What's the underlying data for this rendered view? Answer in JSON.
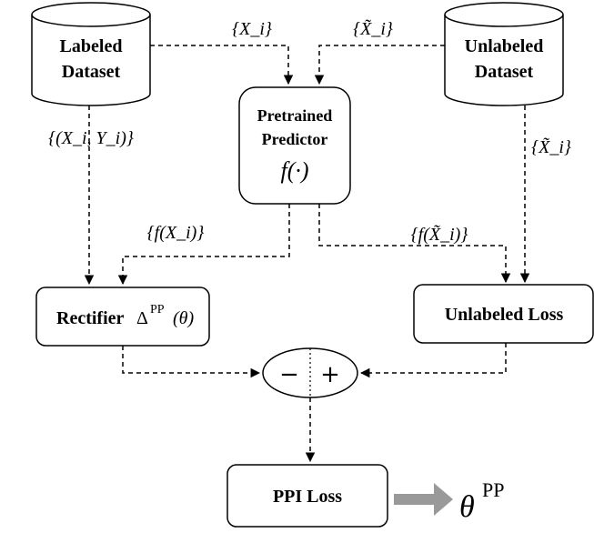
{
  "nodes": {
    "labeled_dataset": {
      "line1": "Labeled",
      "line2": "Dataset",
      "color": "#d9d9d9"
    },
    "unlabeled_dataset": {
      "line1": "Unlabeled",
      "line2": "Dataset",
      "color": "#d9d9d9"
    },
    "predictor": {
      "line1": "Pretrained",
      "line2": "Predictor",
      "func": "f(·)",
      "color": "#d9d2e9"
    },
    "rectifier": {
      "label": "Rectifier",
      "symbol": "Δ",
      "superscript": "PP",
      "argument": "(θ)"
    },
    "unlabeled_loss": {
      "label": "Unlabeled Loss"
    },
    "combine": {
      "minus": "−",
      "plus": "+"
    },
    "ppi_loss": {
      "label": "PPI Loss"
    },
    "output": {
      "symbol": "θ",
      "superscript": "PP",
      "arrow_color": "#999999"
    }
  },
  "edges": {
    "labeled_to_predictor": "{X_i}",
    "unlabeled_to_predictor": "{X̃_i}",
    "labeled_to_rectifier": "{(X_i, Y_i)}",
    "unlabeled_to_loss": "{X̃_i}",
    "predictor_to_rectifier": "{f(X_i)}",
    "predictor_to_loss": "{f(X̃_i)}"
  }
}
